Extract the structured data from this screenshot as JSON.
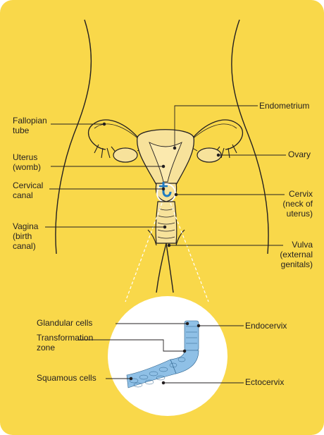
{
  "colors": {
    "background": "#f9d84a",
    "tissue": "#f7e29b",
    "outline": "#231f20",
    "cells": "#8fc0e6",
    "cell_outline": "#2a5f8a",
    "magnifier": "#ffffff",
    "device": "#1f7bc1"
  },
  "labels": {
    "fallopian_tube": "Fallopian\ntube",
    "uterus": "Uterus\n(womb)",
    "cervical_canal": "Cervical\ncanal",
    "vagina": "Vagina\n(birth\ncanal)",
    "endometrium": "Endometrium",
    "ovary": "Ovary",
    "cervix": "Cervix\n(neck of\nuterus)",
    "vulva": "Vulva\n(external\ngenitals)"
  },
  "inset": {
    "glandular_cells": "Glandular cells",
    "transformation_zone": "Transformation\nzone",
    "squamous_cells": "Squamous cells",
    "endocervix": "Endocervix",
    "ectocervix": "Ectocervix"
  }
}
